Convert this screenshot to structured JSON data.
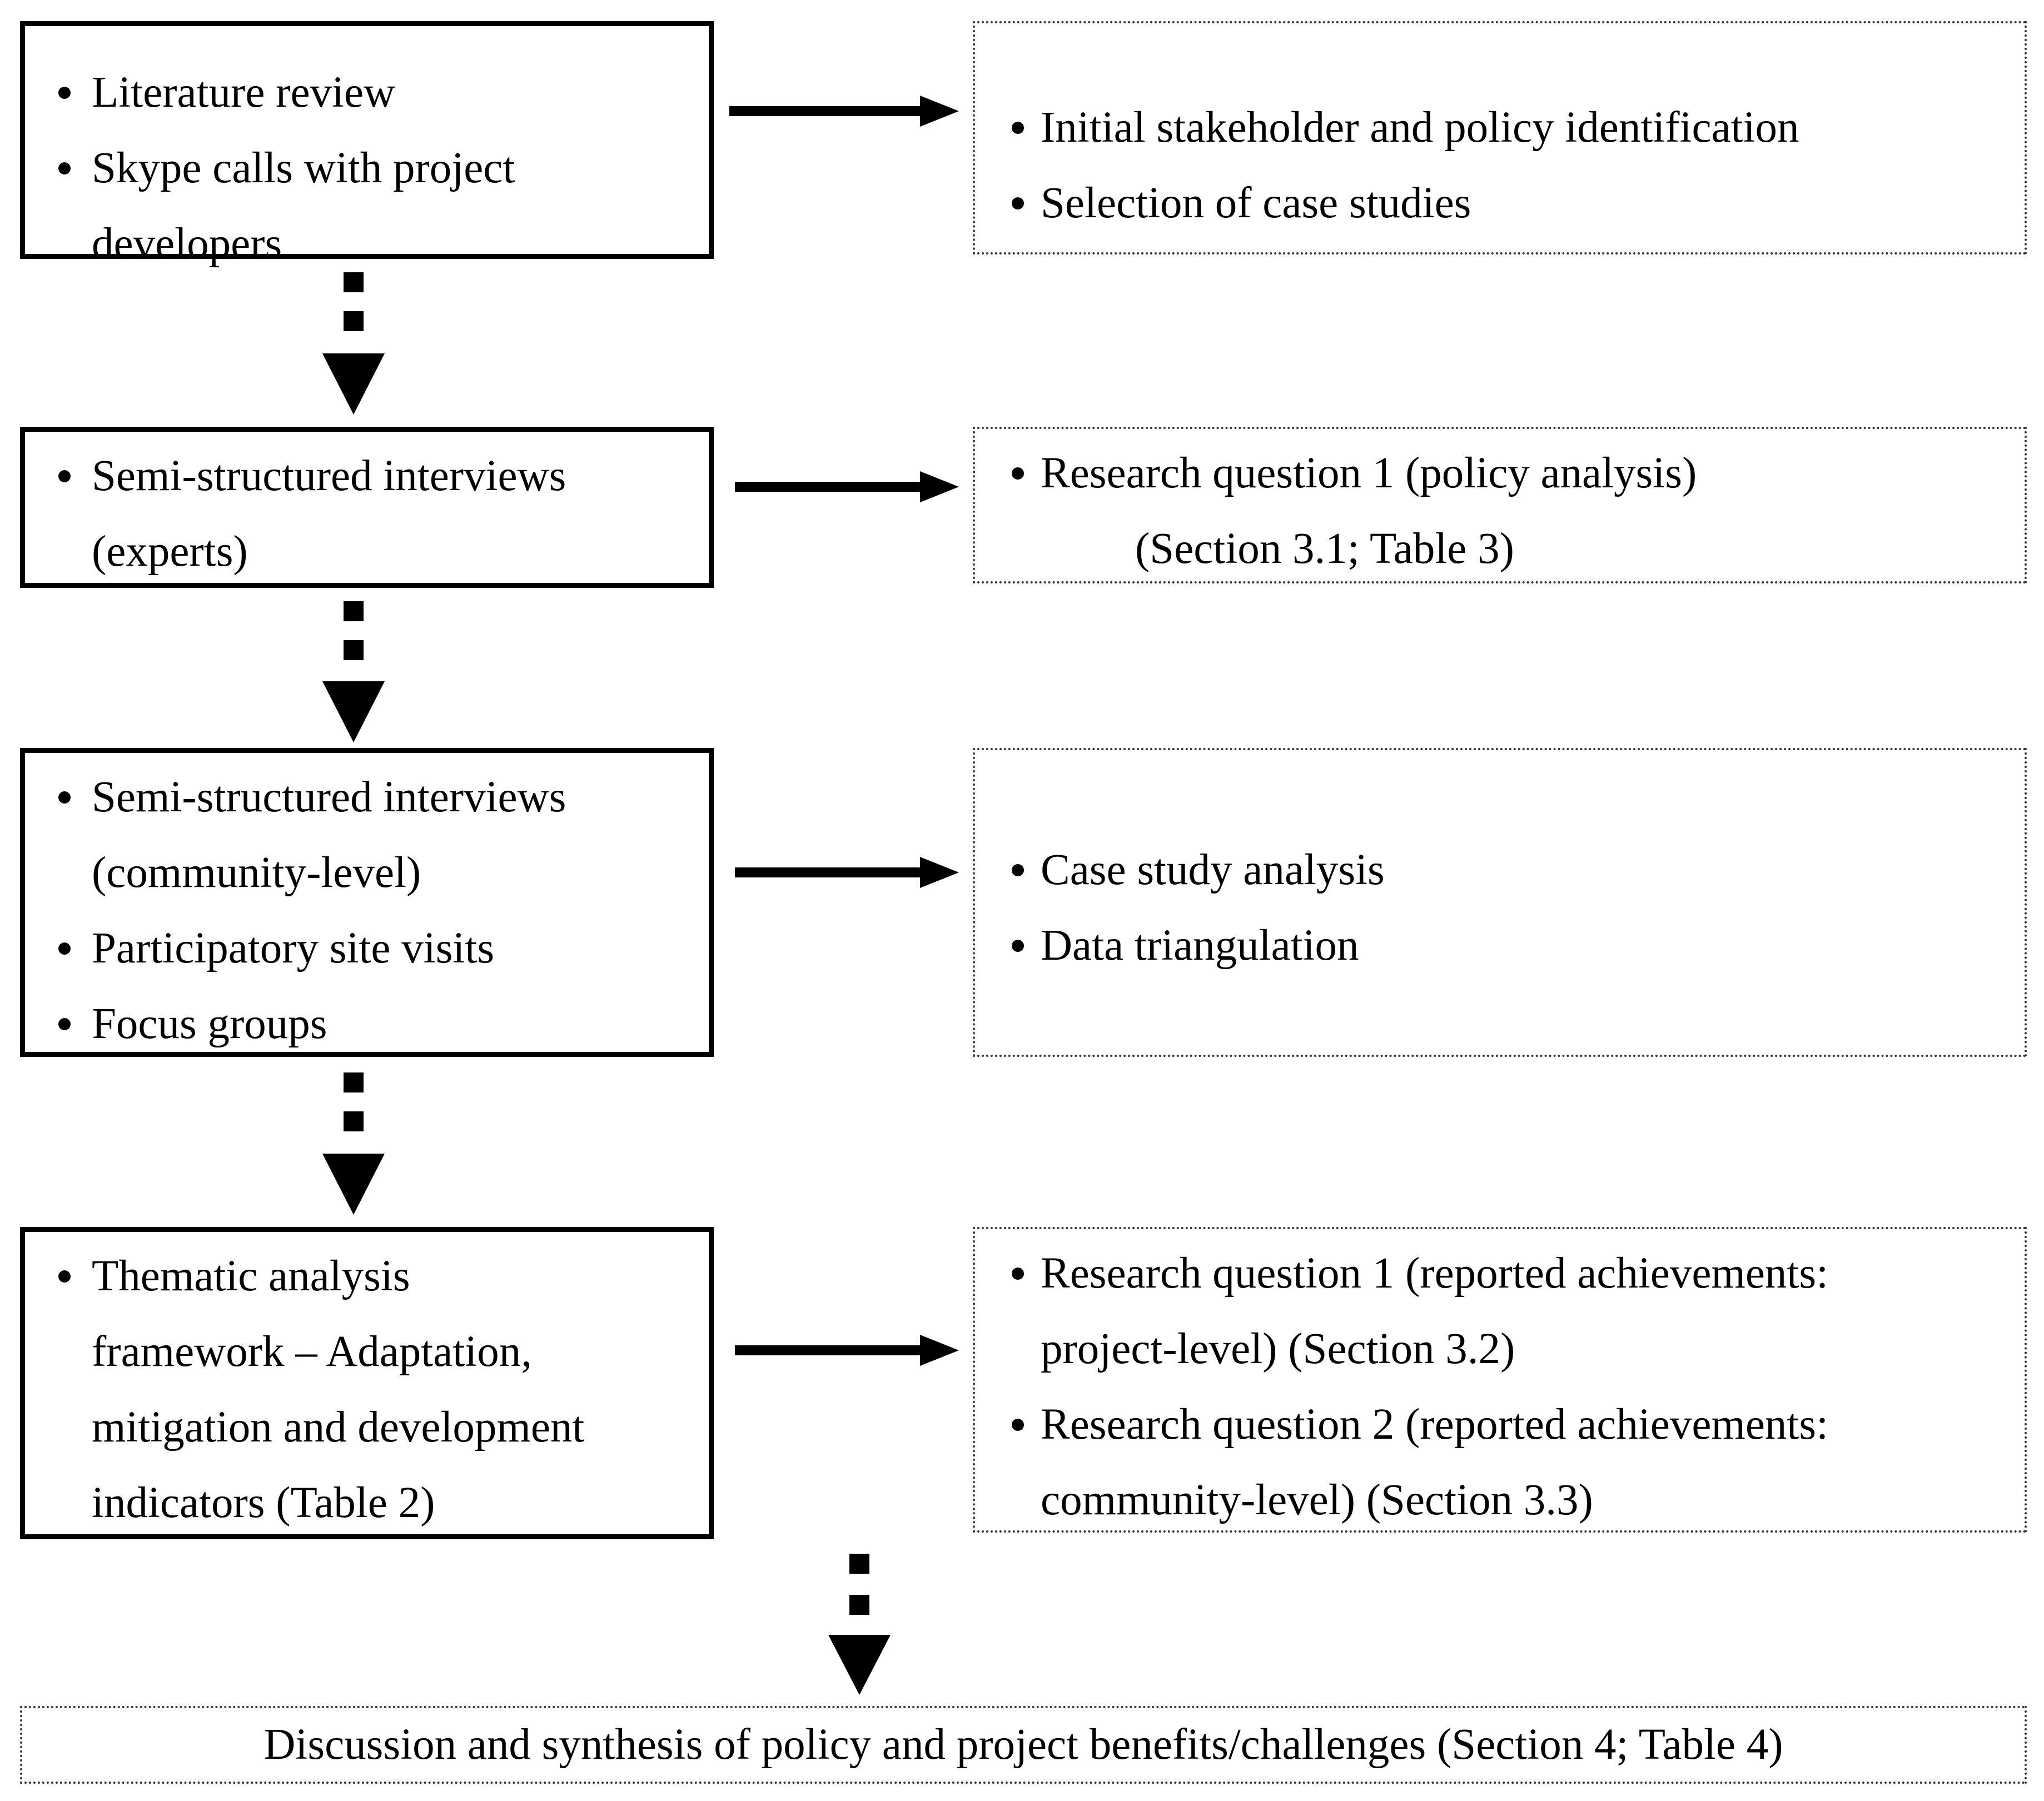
{
  "left_boxes": [
    {
      "items": [
        {
          "lines": [
            "Literature review"
          ]
        },
        {
          "lines": [
            "Skype calls with project",
            "developers"
          ]
        }
      ]
    },
    {
      "items": [
        {
          "lines": [
            "Semi-structured interviews",
            "(experts)"
          ]
        }
      ]
    },
    {
      "items": [
        {
          "lines": [
            "Semi-structured interviews",
            "(community-level)"
          ]
        },
        {
          "lines": [
            "Participatory site visits"
          ]
        },
        {
          "lines": [
            "Focus groups"
          ]
        }
      ]
    },
    {
      "items": [
        {
          "lines": [
            "Thematic analysis",
            "framework – Adaptation,",
            "mitigation and development",
            "indicators (Table 2)"
          ]
        }
      ]
    }
  ],
  "right_boxes": [
    {
      "items": [
        {
          "lines": [
            "Initial stakeholder and policy identification"
          ]
        },
        {
          "lines": [
            "Selection of case studies"
          ]
        }
      ]
    },
    {
      "items": [
        {
          "lines": [
            "Research question 1 (policy analysis)",
            "(Section 3.1; Table 3)"
          ]
        }
      ]
    },
    {
      "items": [
        {
          "lines": [
            "Case study analysis"
          ]
        },
        {
          "lines": [
            "Data triangulation"
          ]
        }
      ]
    },
    {
      "items": [
        {
          "lines": [
            "Research question 1 (reported achievements:",
            "project-level) (Section 3.2)"
          ]
        },
        {
          "lines": [
            "Research question 2 (reported achievements:",
            "community-level) (Section 3.3)"
          ]
        }
      ]
    }
  ],
  "bottom_box": {
    "text": "Discussion and synthesis of policy and project benefits/challenges (Section 4; Table 4)"
  }
}
